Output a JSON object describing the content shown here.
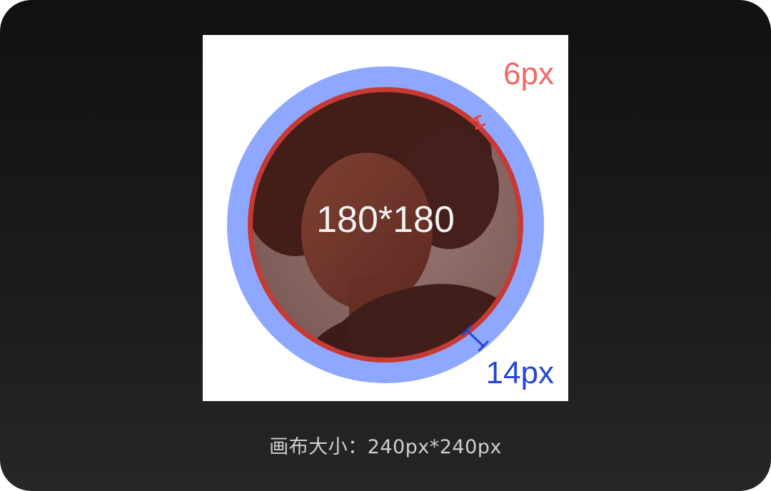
{
  "diagram": {
    "center_label": "180*180",
    "inner_border_label": "6px",
    "outer_ring_label": "14px",
    "canvas_size_caption": "画布大小：240px*240px"
  },
  "colors": {
    "outer_ring": "#8fa8ff",
    "inner_border": "#c73a33",
    "inner_label": "#f06860",
    "outer_label": "#2546d6",
    "center_text": "#f2f2f2",
    "background": "#161616"
  },
  "icons": {
    "portrait": "woman-portrait-image",
    "inner_marker": "measurement-marker-red",
    "outer_marker": "measurement-marker-blue"
  }
}
